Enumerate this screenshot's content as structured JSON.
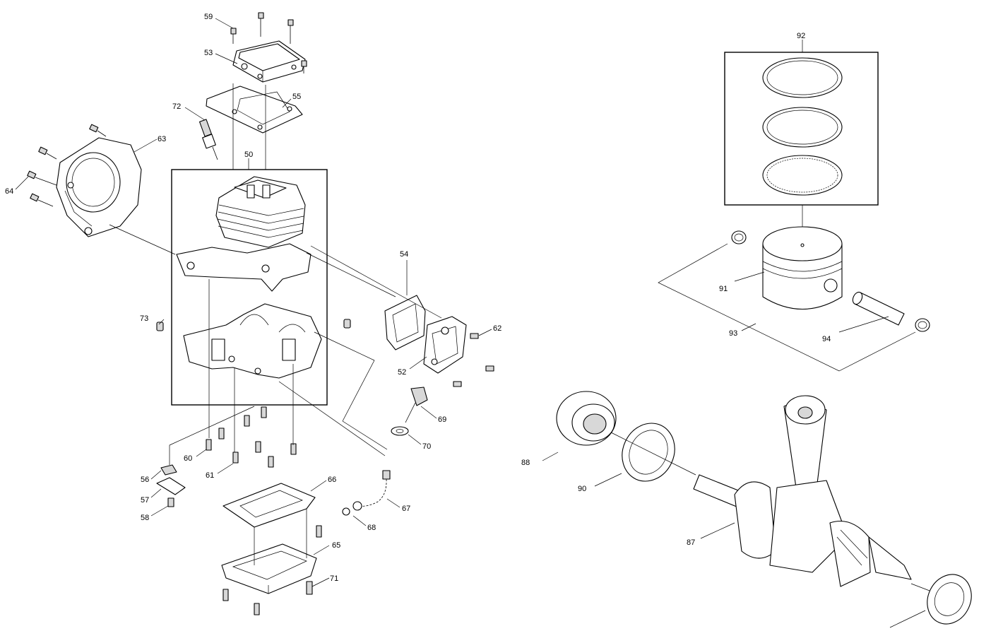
{
  "labels": {
    "p50": "50",
    "p52": "52",
    "p53": "53",
    "p54": "54",
    "p55": "55",
    "p56": "56",
    "p57": "57",
    "p58": "58",
    "p59": "59",
    "p60": "60",
    "p61": "61",
    "p62": "62",
    "p63": "63",
    "p64": "64",
    "p65": "65",
    "p66": "66",
    "p67": "67",
    "p68": "68",
    "p69": "69",
    "p70": "70",
    "p71": "71",
    "p72": "72",
    "p73": "73",
    "p87": "87",
    "p88": "88",
    "p90": "90",
    "p91": "91",
    "p92": "92",
    "p93": "93",
    "p94": "94"
  }
}
